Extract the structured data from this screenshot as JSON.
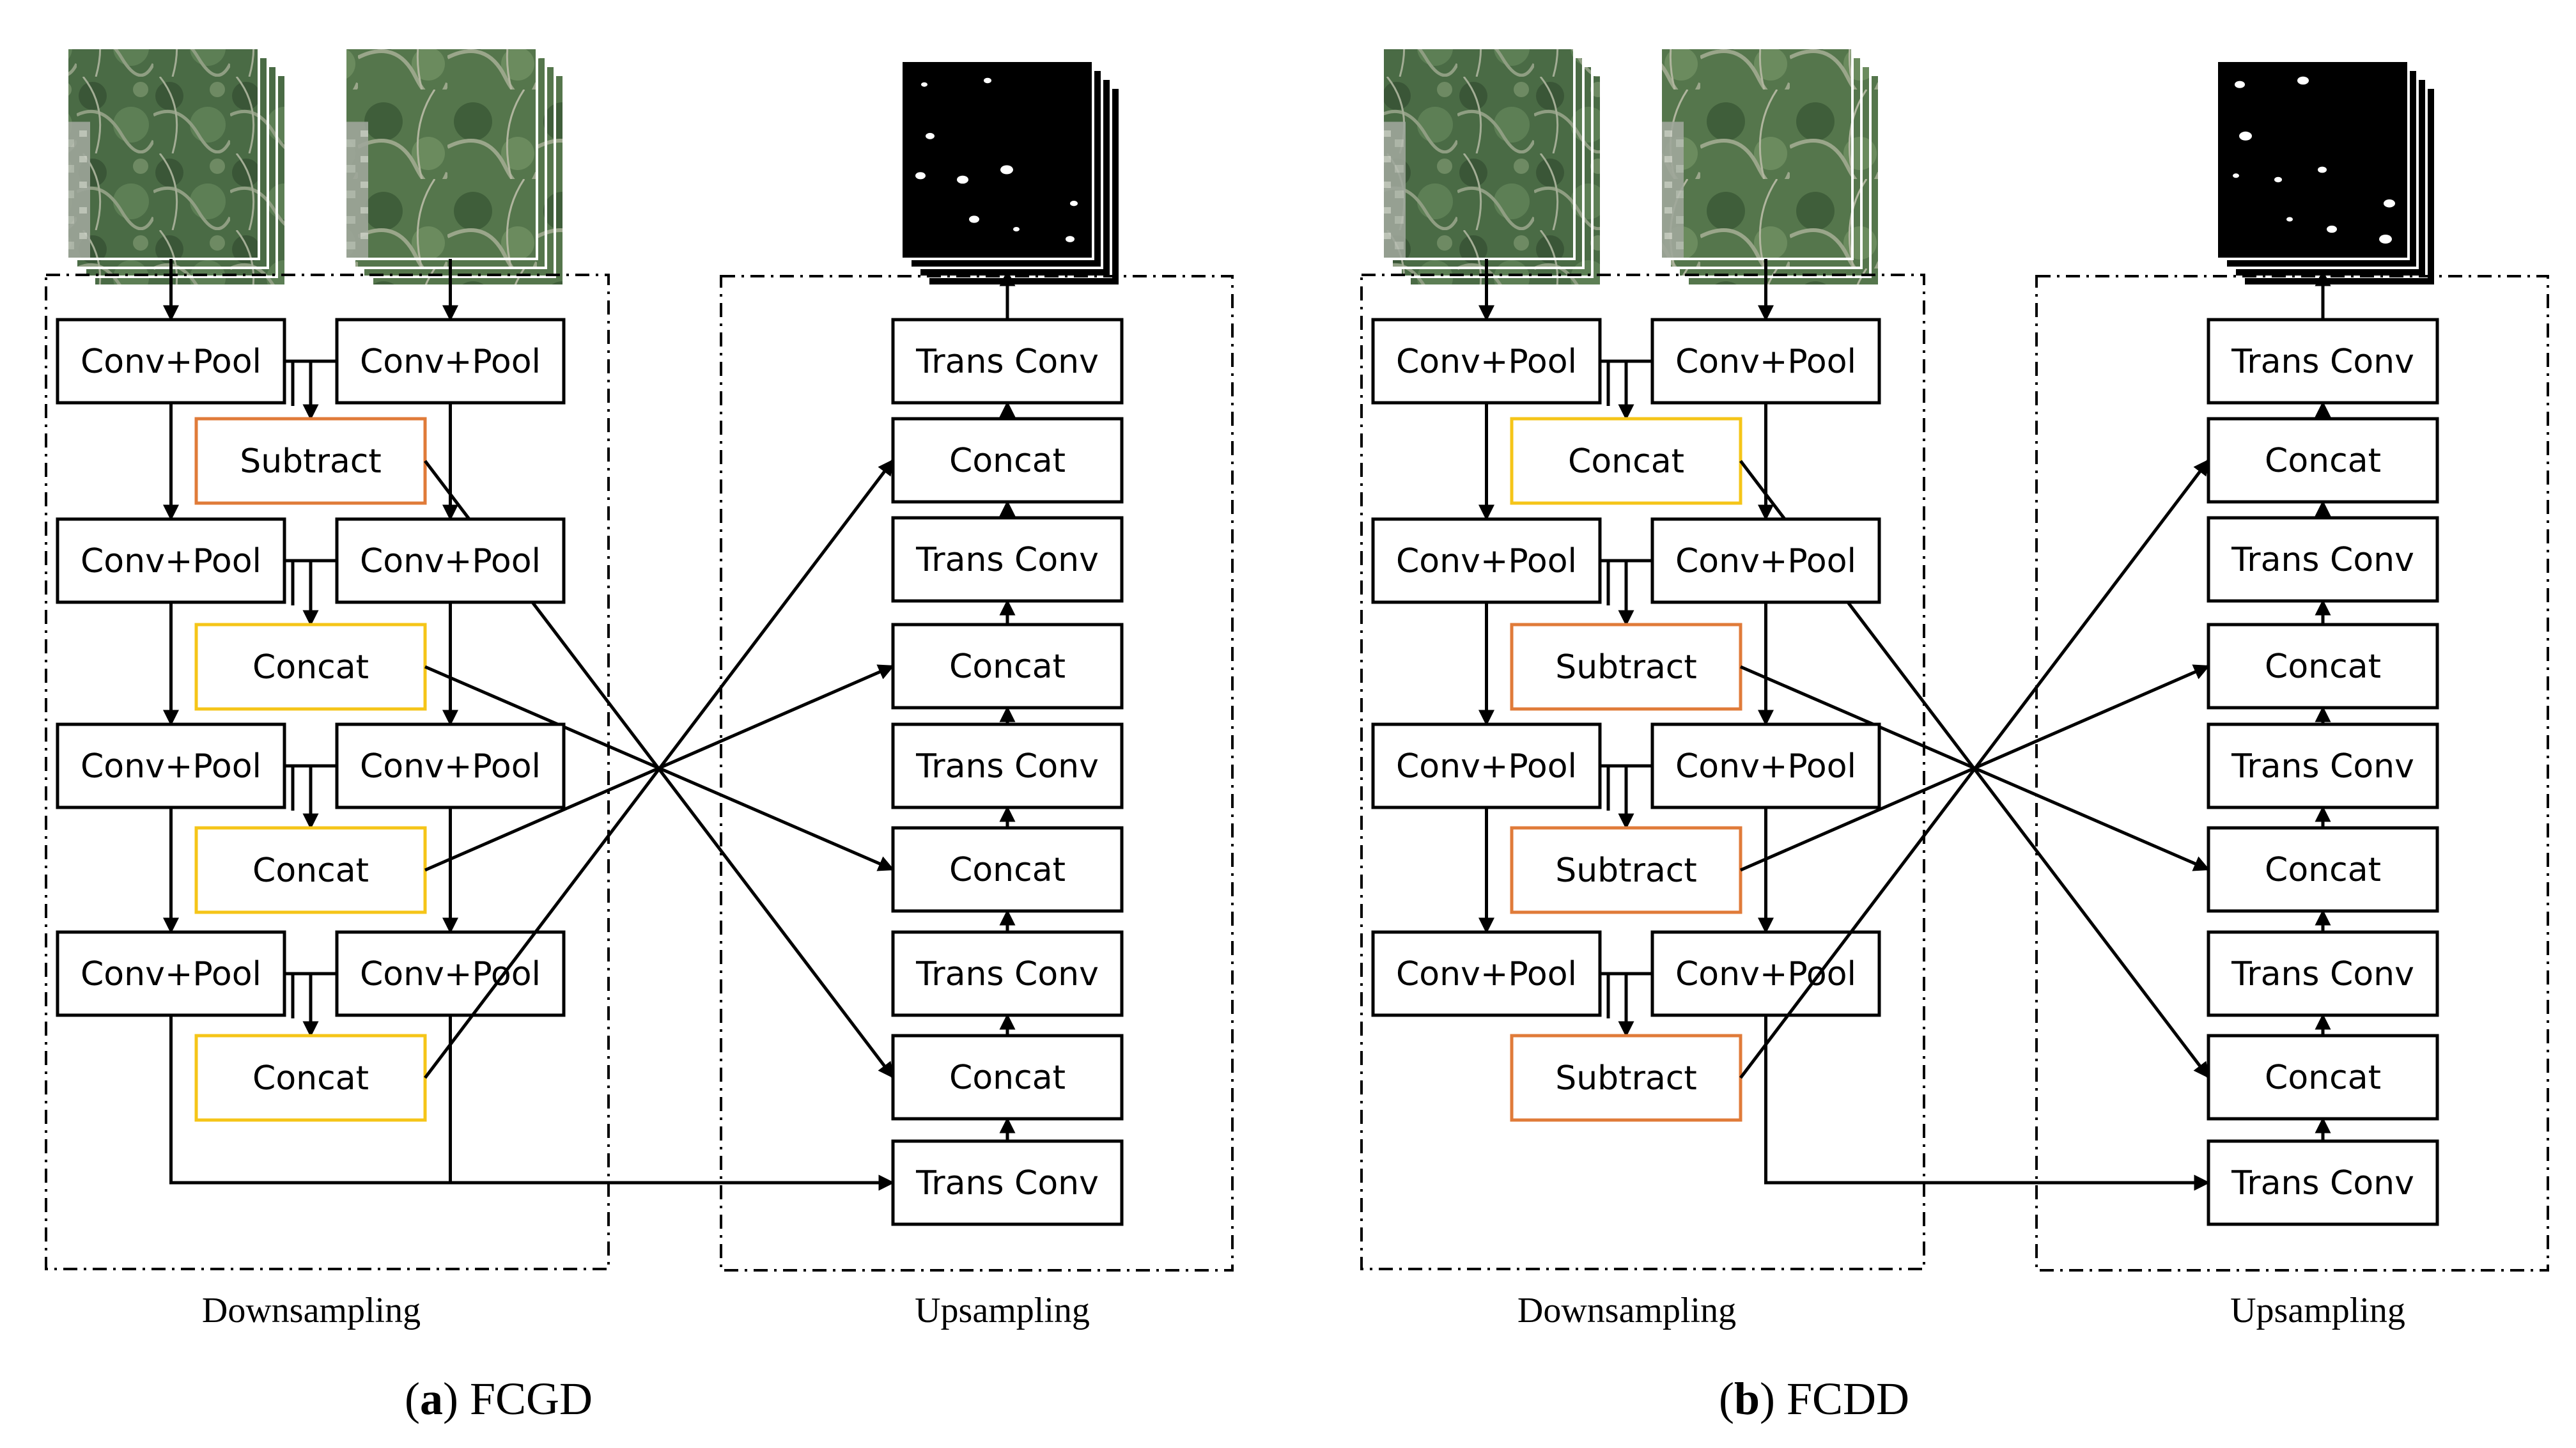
{
  "panels": [
    {
      "id": "a",
      "caption_letter": "a",
      "caption_name": "FCGD",
      "section_down": "Downsampling",
      "section_up": "Upsampling",
      "enc_levels": [
        {
          "left": "Conv+Pool",
          "right": "Conv+Pool",
          "fusion": "Subtract",
          "fusion_kind": "subtract"
        },
        {
          "left": "Conv+Pool",
          "right": "Conv+Pool",
          "fusion": "Concat",
          "fusion_kind": "concat"
        },
        {
          "left": "Conv+Pool",
          "right": "Conv+Pool",
          "fusion": "Concat",
          "fusion_kind": "concat"
        },
        {
          "left": "Conv+Pool",
          "right": "Conv+Pool",
          "fusion": "Concat",
          "fusion_kind": "concat"
        }
      ],
      "dec_blocks": [
        "Trans Conv",
        "Concat",
        "Trans Conv",
        "Concat",
        "Trans Conv",
        "Concat",
        "Trans Conv",
        "Concat",
        "Trans Conv"
      ]
    },
    {
      "id": "b",
      "caption_letter": "b",
      "caption_name": "FCDD",
      "section_down": "Downsampling",
      "section_up": "Upsampling",
      "enc_levels": [
        {
          "left": "Conv+Pool",
          "right": "Conv+Pool",
          "fusion": "Concat",
          "fusion_kind": "concat"
        },
        {
          "left": "Conv+Pool",
          "right": "Conv+Pool",
          "fusion": "Subtract",
          "fusion_kind": "subtract"
        },
        {
          "left": "Conv+Pool",
          "right": "Conv+Pool",
          "fusion": "Subtract",
          "fusion_kind": "subtract"
        },
        {
          "left": "Conv+Pool",
          "right": "Conv+Pool",
          "fusion": "Subtract",
          "fusion_kind": "subtract"
        }
      ],
      "dec_blocks": [
        "Trans Conv",
        "Concat",
        "Trans Conv",
        "Concat",
        "Trans Conv",
        "Concat",
        "Trans Conv",
        "Concat",
        "Trans Conv"
      ]
    }
  ],
  "colors": {
    "subtract_border": "#e07b39",
    "concat_border": "#f5c518",
    "box_border": "#000000",
    "line": "#000000",
    "satellite_dark": "#3b5a3a",
    "satellite_mid": "#5f7d58",
    "satellite_light": "#9aa88a",
    "mask_bg": "#000000",
    "mask_spot": "#ffffff"
  }
}
